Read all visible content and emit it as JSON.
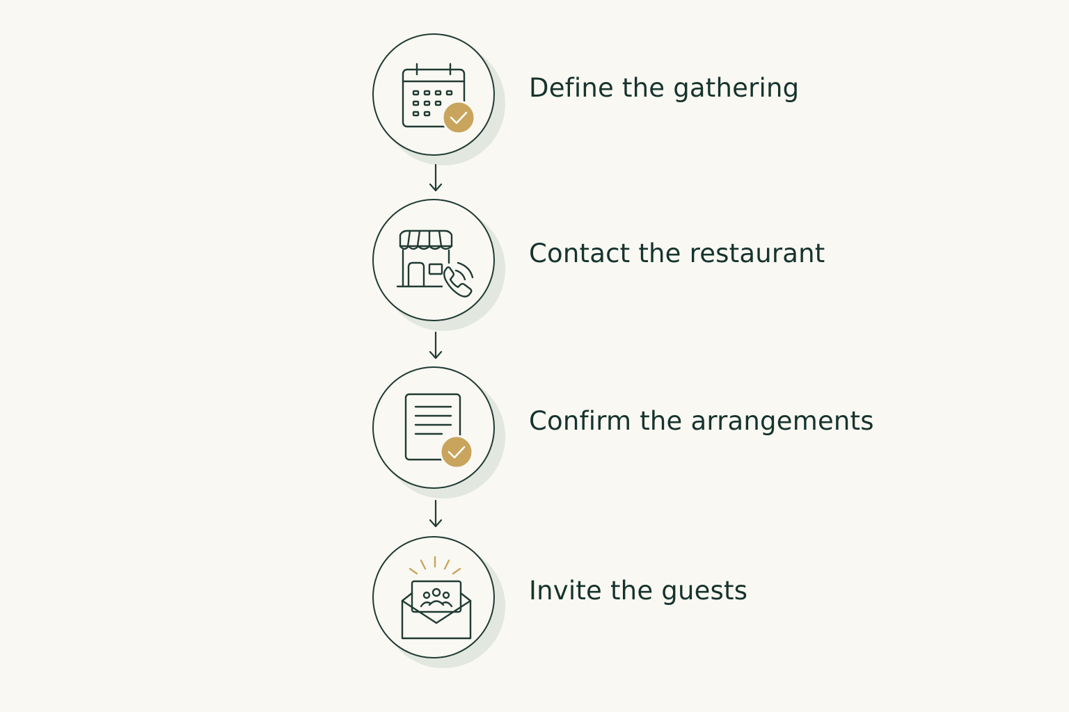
{
  "steps": [
    {
      "label": "Define the gathering",
      "icon": "calendar-check-icon"
    },
    {
      "label": "Contact the restaurant",
      "icon": "storefront-phone-icon"
    },
    {
      "label": "Confirm the arrangements",
      "icon": "document-check-icon"
    },
    {
      "label": "Invite the guests",
      "icon": "envelope-invitation-icon"
    }
  ],
  "colors": {
    "background": "#f9f8f3",
    "stroke": "#1f3a33",
    "text": "#16332d",
    "accent_gold": "#c9a45c",
    "shadow": "#e2e7df"
  }
}
